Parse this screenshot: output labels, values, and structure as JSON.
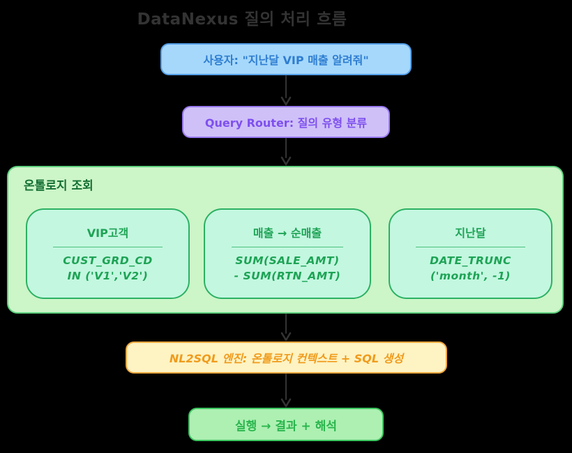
{
  "title": "DataNexus 질의 처리 흐름",
  "nodes": {
    "user": {
      "label": "사용자: \"지난달 VIP 매출 알려줘\""
    },
    "router": {
      "label": "Query Router: 질의 유형 분류"
    },
    "nl2sql": {
      "label": "NL2SQL 엔진: 온톨로지 컨텍스트 + SQL 생성"
    },
    "result": {
      "label": "실행 → 결과 + 해석"
    }
  },
  "ontology": {
    "label": "온톨로지 조회",
    "cards": [
      {
        "title": "VIP고객",
        "code1": "CUST_GRD_CD",
        "code2": "IN ('V1','V2')"
      },
      {
        "title": "매출 → 순매출",
        "code1": "SUM(SALE_AMT)",
        "code2": "- SUM(RTN_AMT)"
      },
      {
        "title": "지난달",
        "code1": "DATE_TRUNC",
        "code2": "('month', -1)"
      }
    ]
  },
  "icons": {
    "arrow_down": "down-arrow connector between flow stages"
  },
  "colors": {
    "bg": "#000000",
    "title_text": "#333333",
    "arrow": "#333333",
    "user_fill": "#a6d8fb",
    "user_border": "#549ee8",
    "user_text": "#2e7dd1",
    "router_fill": "#cfc0f8",
    "router_border": "#9878f0",
    "router_text": "#7e50ee",
    "container_fill": "#ccf5c8",
    "container_border": "#5ecf7e",
    "container_text": "#156f35",
    "card_fill": "#c3f7e0",
    "card_border": "#2bb163",
    "card_text": "#1ea355",
    "card_divider": "#4cc07c",
    "nl2sql_fill": "#fdf3c3",
    "nl2sql_border": "#f0a73d",
    "nl2sql_text": "#f09b1c",
    "result_fill": "#adf0b2",
    "result_border": "#3ac45e",
    "result_text": "#2ab54d"
  }
}
